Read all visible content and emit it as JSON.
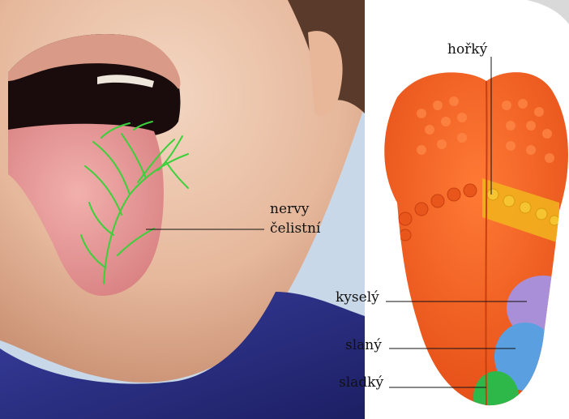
{
  "labels": {
    "nerves": [
      "nervy",
      "čelistní"
    ],
    "bitter": "hořký",
    "sour": "kyselý",
    "salty": "slaný",
    "sweet": "sladký"
  },
  "colors": {
    "tongue_orange": "#f05a1e",
    "bitter_zone": "#f2b01e",
    "sour_zone": "#a98fd8",
    "salty_zone": "#5aa0e0",
    "sweet_zone": "#2fb84a",
    "nerves": "#3ad13a",
    "shirt": "#2a2f86"
  }
}
